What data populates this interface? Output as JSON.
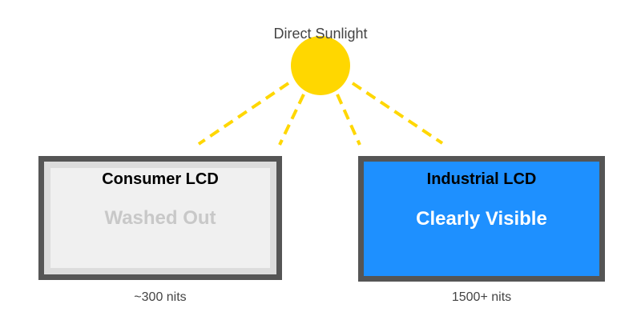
{
  "diagram": {
    "sun": {
      "label": "Direct Sunlight",
      "color": "#FFD700",
      "ray_color": "#FFD700"
    },
    "panels": [
      {
        "id": "consumer-lcd",
        "title": "Consumer LCD",
        "status": "Washed Out",
        "caption": "~300 nits",
        "bezel_color": "#dcdcdc",
        "screen_color": "#f0f0f0",
        "border_color": "#555555",
        "status_text_color": "#c8c8c8",
        "title_text_color": "#000000"
      },
      {
        "id": "industrial-lcd",
        "title": "Industrial LCD",
        "status": "Clearly Visible",
        "caption": "1500+ nits",
        "screen_color": "#1E90FF",
        "border_color": "#555555",
        "status_text_color": "#ffffff",
        "title_text_color": "#000000"
      }
    ],
    "caption_text_color": "#444444"
  }
}
